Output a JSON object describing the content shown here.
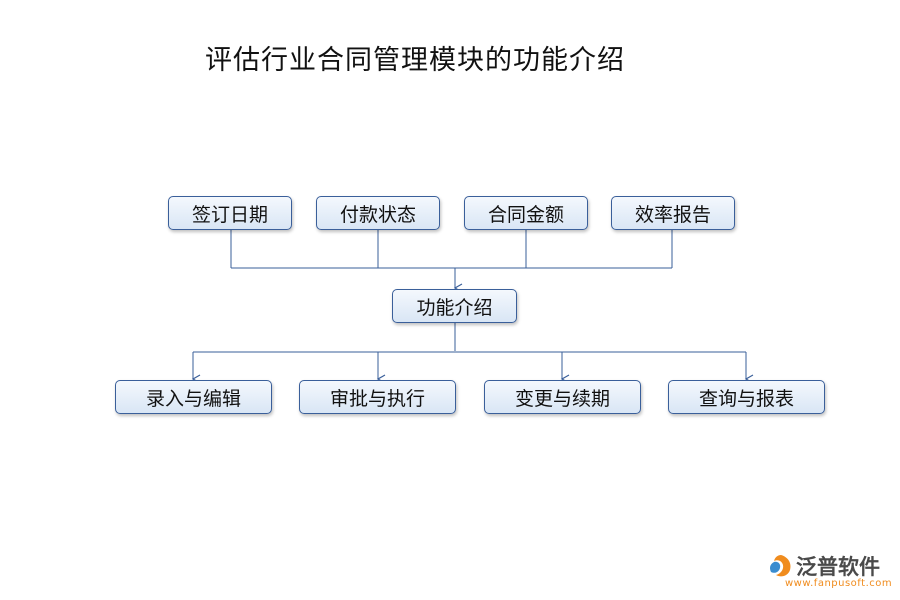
{
  "title": "评估行业合同管理模块的功能介绍",
  "top_nodes": [
    "签订日期",
    "付款状态",
    "合同金额",
    "效率报告"
  ],
  "center_node": "功能介绍",
  "bottom_nodes": [
    "录入与编辑",
    "审批与执行",
    "变更与续期",
    "查询与报表"
  ],
  "logo": {
    "name": "泛普软件",
    "url": "www.fanpusoft.com"
  },
  "colors": {
    "border": "#3a5f9a",
    "line": "#3a5f9a",
    "logo_accent": "#f08c1e"
  }
}
